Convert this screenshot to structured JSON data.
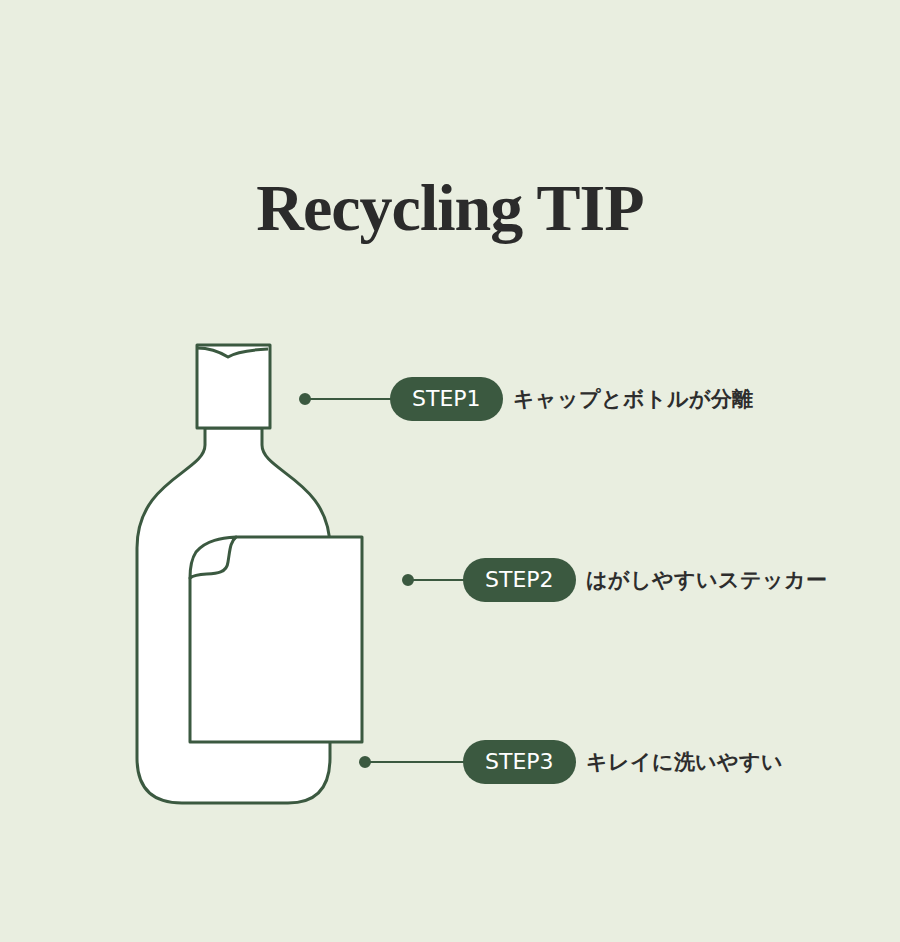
{
  "diagram": {
    "title": "Recycling TIP",
    "nodes": [
      {
        "text": [
          "STEP1",
          "キャップとボトルが分離"
        ]
      },
      {
        "text": [
          "STEP2",
          "はがしやすいステッカー"
        ]
      },
      {
        "text": [
          "STEP3",
          "キレイに洗いやすい"
        ]
      }
    ]
  }
}
